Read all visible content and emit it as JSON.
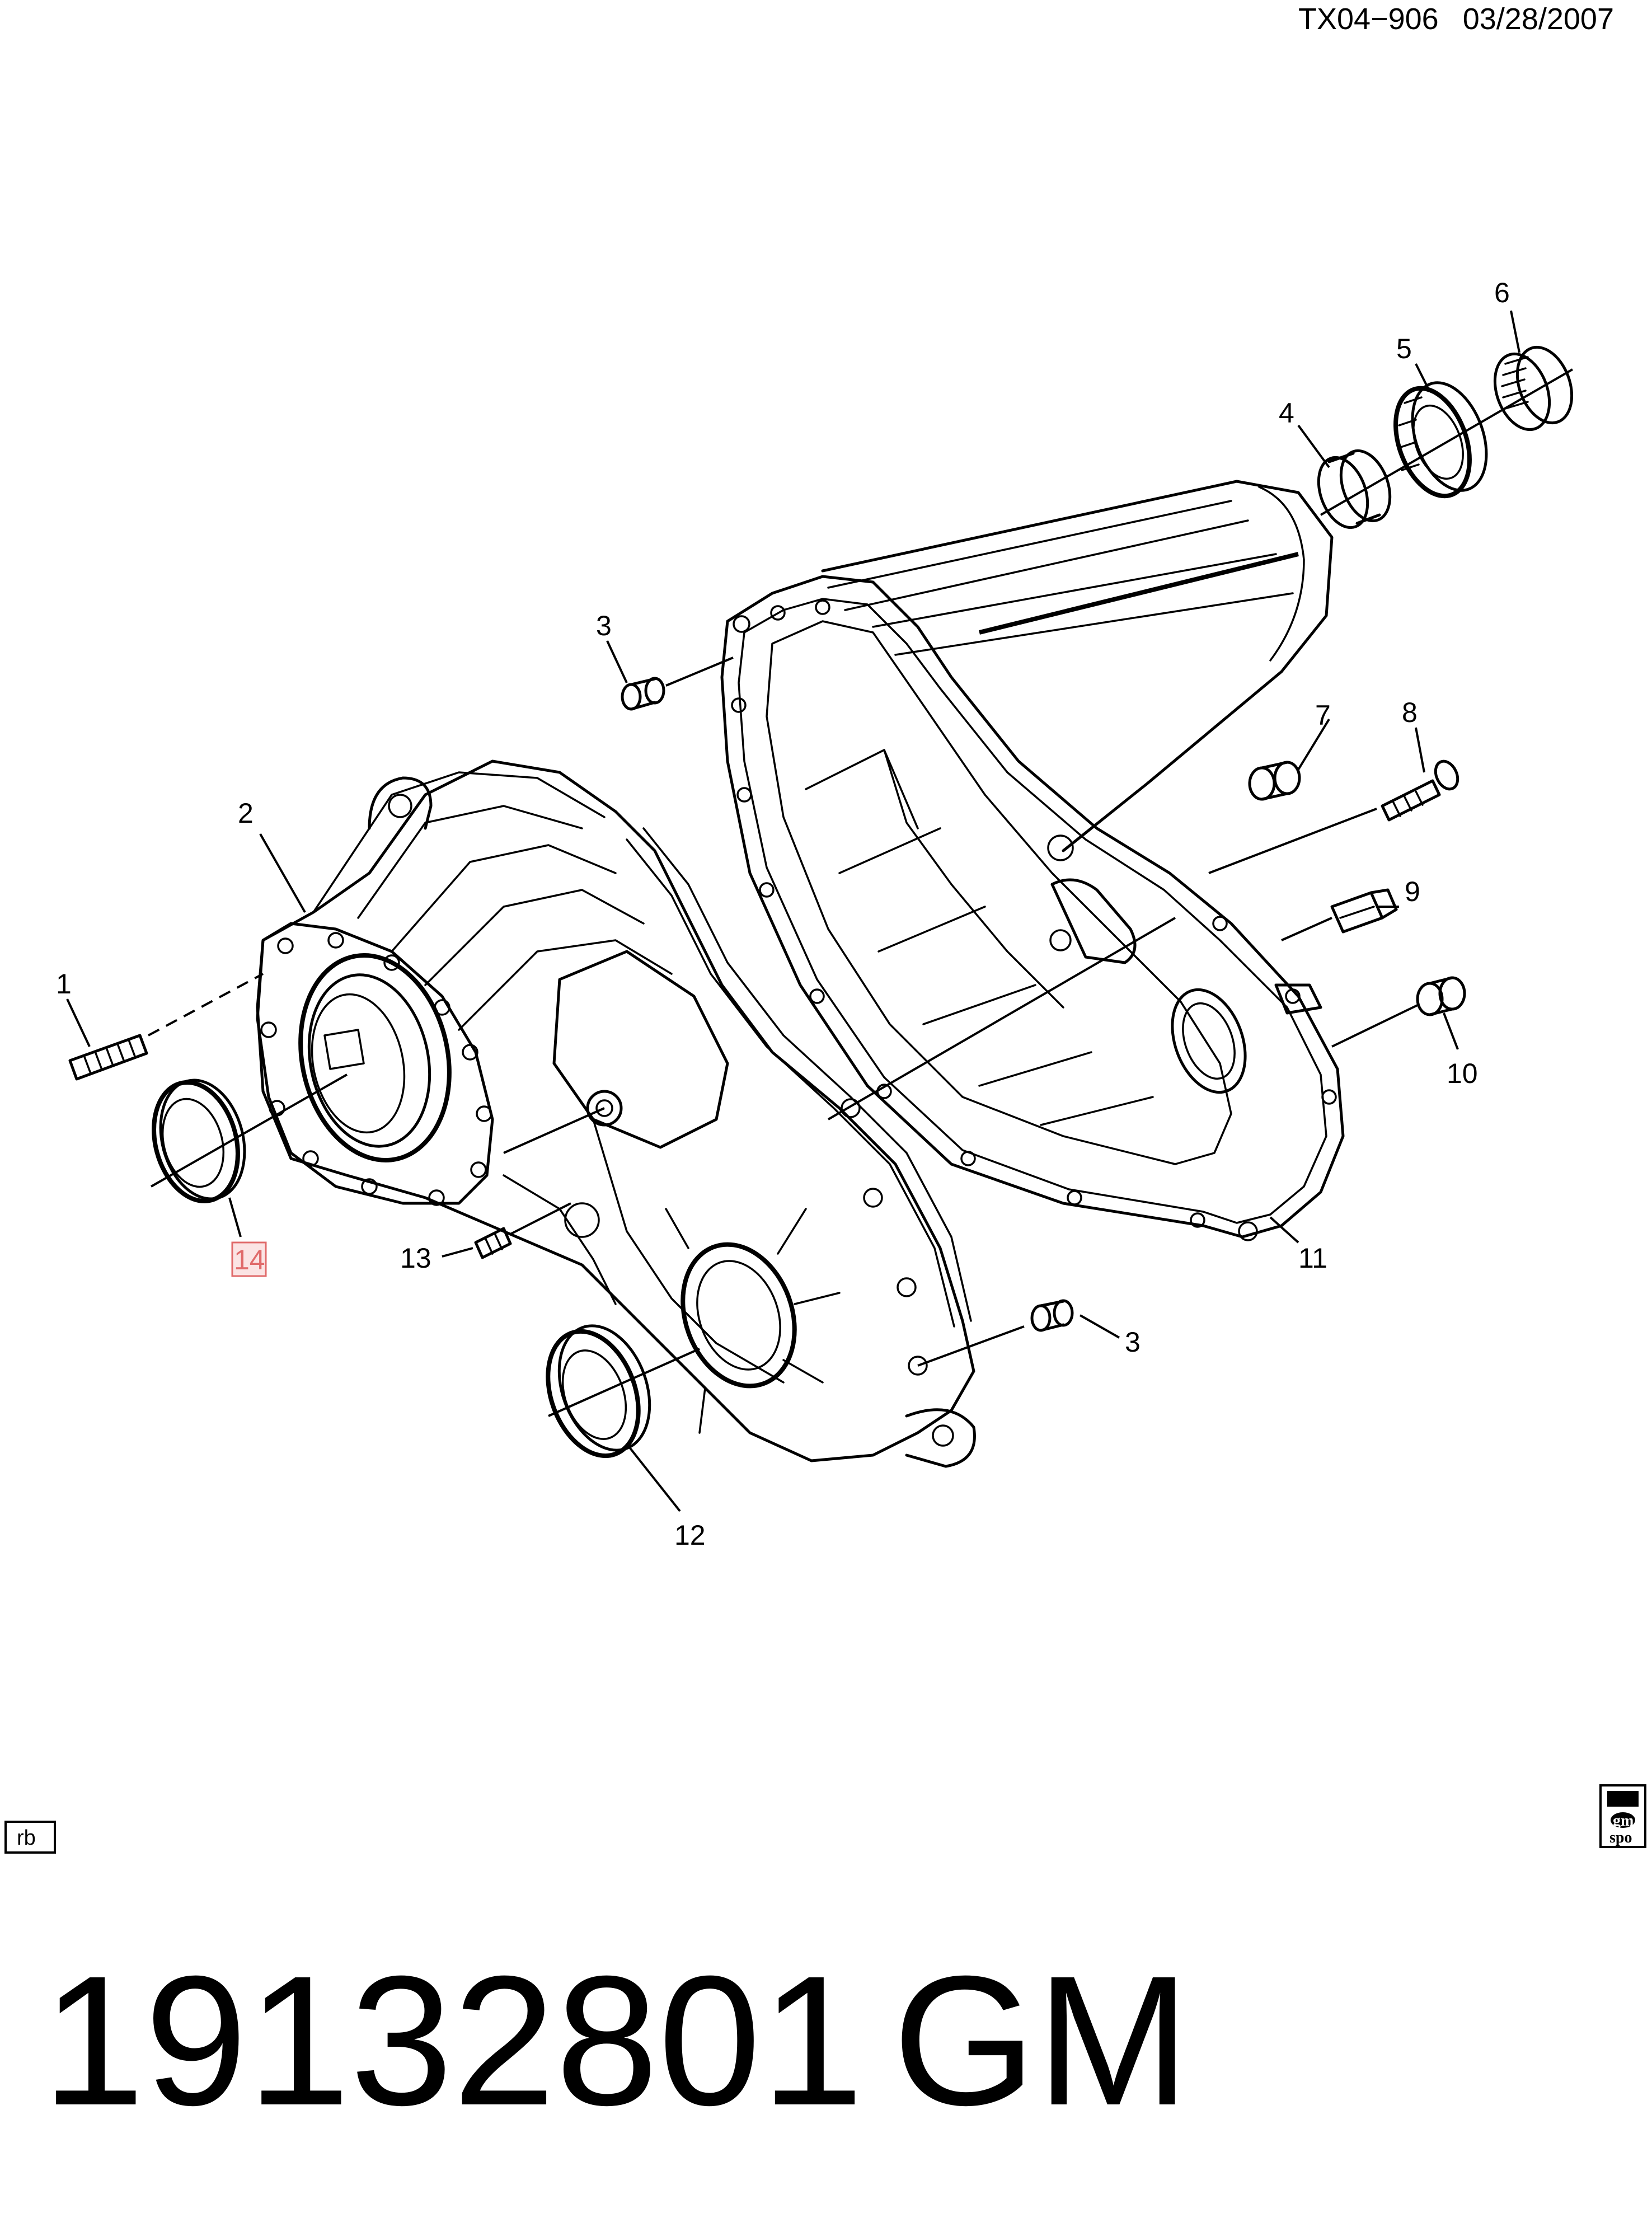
{
  "header": {
    "document_id": "TX04−906",
    "date": "03/28/2007"
  },
  "callouts": [
    {
      "id": "1",
      "label": "1"
    },
    {
      "id": "2",
      "label": "2"
    },
    {
      "id": "3a",
      "label": "3"
    },
    {
      "id": "3b",
      "label": "3"
    },
    {
      "id": "4",
      "label": "4"
    },
    {
      "id": "5",
      "label": "5"
    },
    {
      "id": "6",
      "label": "6"
    },
    {
      "id": "7",
      "label": "7"
    },
    {
      "id": "8",
      "label": "8"
    },
    {
      "id": "9",
      "label": "9"
    },
    {
      "id": "10",
      "label": "10"
    },
    {
      "id": "11",
      "label": "11"
    },
    {
      "id": "12",
      "label": "12"
    },
    {
      "id": "13",
      "label": "13"
    },
    {
      "id": "14",
      "label": "14",
      "highlighted": true
    }
  ],
  "footer": {
    "rb_tag": "rb",
    "logo_text": [
      "gm",
      "spo"
    ],
    "part_number": "19132801",
    "brand": "GM"
  },
  "colors": {
    "line": "#000000",
    "highlight": "#e06a6a",
    "highlight_fill": "#fbe4e4",
    "background": "#ffffff"
  }
}
